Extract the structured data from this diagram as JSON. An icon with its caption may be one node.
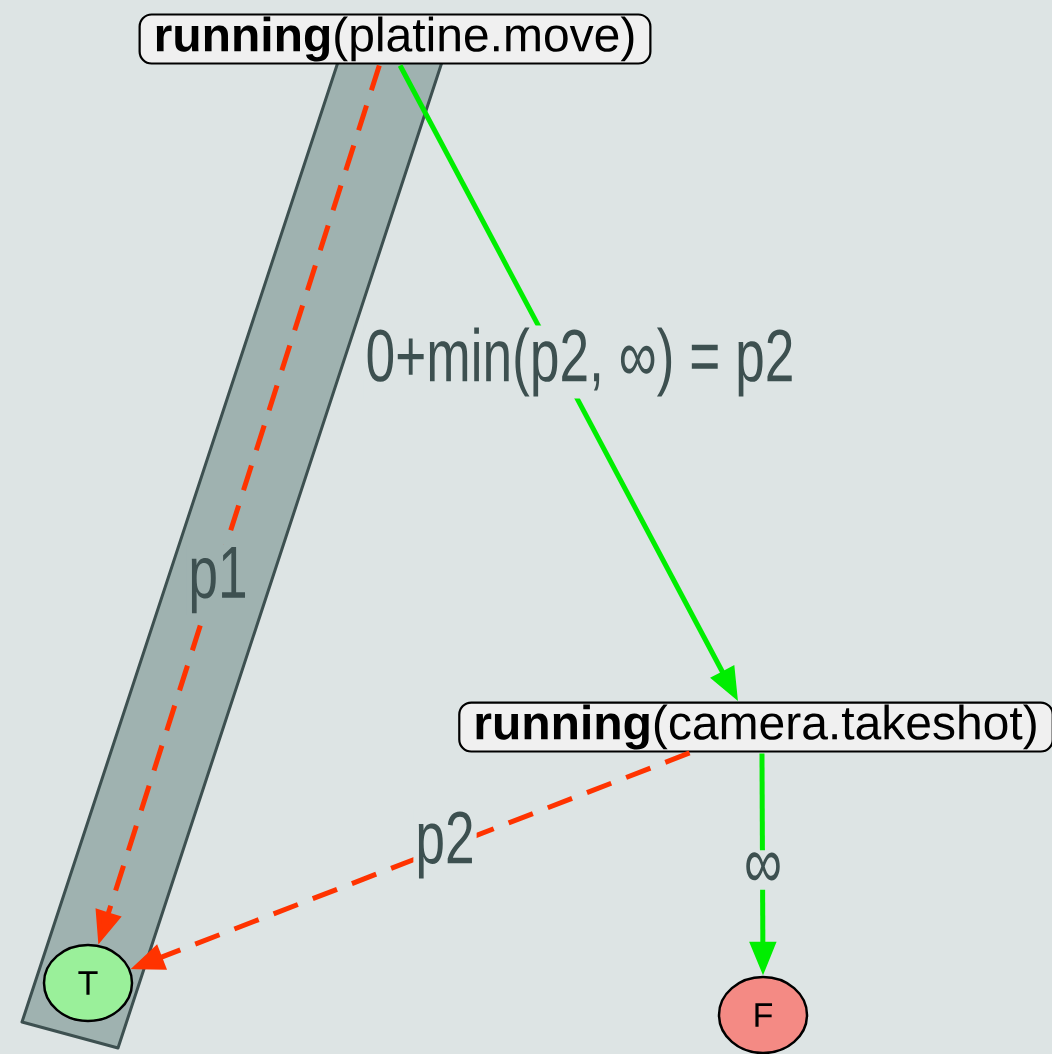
{
  "diagram": {
    "nodes": [
      {
        "text": [
          "**running**(platine.move)"
        ]
      },
      {
        "text": [
          "**running**(camera.takeshot)"
        ]
      },
      {
        "text": [
          "T"
        ]
      },
      {
        "text": [
          "F"
        ]
      }
    ],
    "edges": [
      {
        "from": 0,
        "to": 1,
        "arrow": "to",
        "label": "0+min(p2, ∞) = p2",
        "color": "#00ee00"
      },
      {
        "from": 0,
        "to": 2,
        "arrow": "to",
        "label": "p1",
        "style": "dashed",
        "color": "#ff3300"
      },
      {
        "from": 1,
        "to": 2,
        "arrow": "to",
        "label": "p2",
        "style": "dashed",
        "color": "#ff3300"
      },
      {
        "from": 1,
        "to": 3,
        "arrow": "to",
        "label": "∞",
        "color": "#00ee00"
      }
    ]
  }
}
